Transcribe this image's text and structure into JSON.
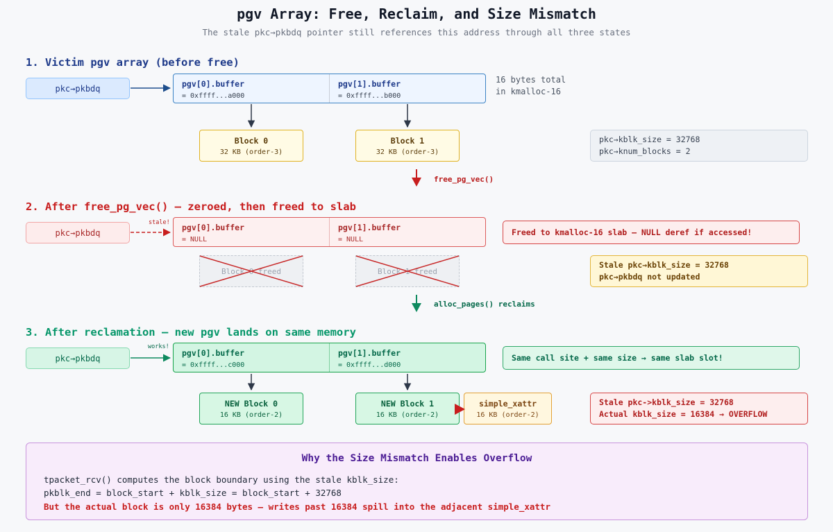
{
  "title": "pgv Array: Free, Reclaim, and Size Mismatch",
  "subtitle": "The stale pkc→pkbdq pointer still references this address through all three states",
  "sections": [
    {
      "heading": "1. Victim pgv array (before free)"
    },
    {
      "heading": "2. After free_pg_vec() — zeroed, then freed to slab"
    },
    {
      "heading": "3. After reclamation — new pgv lands on same memory"
    }
  ],
  "pointer_label": "pkc→pkbdq",
  "state1": {
    "cells": [
      {
        "label": "pgv[0].buffer",
        "value": "= 0xffff...a000"
      },
      {
        "label": "pgv[1].buffer",
        "value": "= 0xffff...b000"
      }
    ],
    "size_note": [
      "16 bytes total",
      "in kmalloc-16"
    ],
    "blocks": [
      {
        "name": "Block 0",
        "size": "32 KB (order-3)"
      },
      {
        "name": "Block 1",
        "size": "32 KB (order-3)"
      }
    ],
    "info": [
      "pkc→kblk_size = 32768",
      "pkc→knum_blocks = 2"
    ],
    "transition": "free_pg_vec()"
  },
  "state2": {
    "tag": "stale!",
    "cells": [
      {
        "label": "pgv[0].buffer",
        "value": "= NULL"
      },
      {
        "label": "pgv[1].buffer",
        "value": "= NULL"
      }
    ],
    "freed_blocks": [
      "Block 0 freed",
      "Block 1 freed"
    ],
    "warning": "Freed to kmalloc-16 slab — NULL deref if accessed!",
    "stale_note": [
      "Stale pkc→kblk_size = 32768",
      "pkc→pkbdq not updated"
    ],
    "transition": "alloc_pages() reclaims"
  },
  "state3": {
    "tag": "works!",
    "cells": [
      {
        "label": "pgv[0].buffer",
        "value": "= 0xffff...c000"
      },
      {
        "label": "pgv[1].buffer",
        "value": "= 0xffff...d000"
      }
    ],
    "callout": "Same call site + same size → same slab slot!",
    "blocks": [
      {
        "name": "NEW Block 0",
        "size": "16 KB (order-2)"
      },
      {
        "name": "NEW Block 1",
        "size": "16 KB (order-2)"
      }
    ],
    "adjacent": {
      "name": "simple_xattr",
      "size": "16 KB (order-2)"
    },
    "overflow_note": [
      "Stale pkc->kblk_size = 32768",
      "Actual kblk_size = 16384 → OVERFLOW"
    ]
  },
  "why": {
    "title": "Why the Size Mismatch Enables Overflow",
    "lines": [
      "tpacket_rcv() computes the block boundary using the stale kblk_size:",
      "pkblk_end = block_start + kblk_size = block_start + 32768",
      "But the actual block is only 16384 bytes — writes past 16384 spill into the adjacent simple_xattr"
    ]
  },
  "colors": {
    "blue": "#1e3a8a",
    "red": "#c81e1e",
    "green": "#059669",
    "purple": "#4c1d95",
    "arrow_dark": "#2d3748"
  }
}
